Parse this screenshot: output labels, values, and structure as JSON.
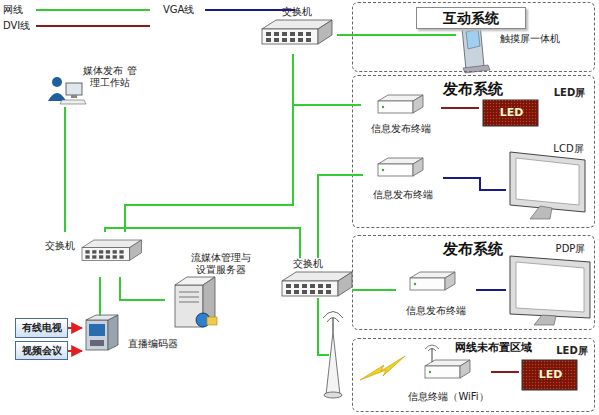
{
  "diagram": {
    "nodes": [
      {
        "text": [
          "媒体发布 管理工作站"
        ]
      },
      {
        "text": [
          "交换机"
        ]
      },
      {
        "text": [
          "交换机"
        ]
      },
      {
        "text": [
          "流媒体管理与 设置服务器"
        ]
      },
      {
        "text": [
          "直播编码器"
        ]
      },
      {
        "text": [
          "有线电视"
        ]
      },
      {
        "text": [
          "视频会议"
        ]
      },
      {
        "text": [
          "交换机"
        ]
      },
      {
        "text": [
          "互动系统"
        ]
      },
      {
        "text": [
          "触摸屏一体机"
        ],
        "in": 8
      },
      {
        "text": [
          "发布系统"
        ]
      },
      {
        "text": [
          "信息发布终端"
        ],
        "in": 10
      },
      {
        "text": [
          "LED屏",
          "LED"
        ],
        "in": 10
      },
      {
        "text": [
          "信息发布终端"
        ],
        "in": 10
      },
      {
        "text": [
          "LCD屏"
        ],
        "in": 10
      },
      {
        "text": [
          "发布系统"
        ]
      },
      {
        "text": [
          "信息发布终端"
        ],
        "in": 15
      },
      {
        "text": [
          "PDP屏"
        ],
        "in": 15
      },
      {
        "text": [
          "网线未布置区域"
        ]
      },
      {
        "text": [
          "信息终端（WiFi）"
        ],
        "in": 18
      },
      {
        "text": [
          "LED屏",
          "LED"
        ],
        "in": 18
      }
    ],
    "edges": [
      {
        "from": 0,
        "to": 2,
        "arrow": "none"
      },
      {
        "from": 2,
        "to": 3,
        "arrow": "none"
      },
      {
        "from": 2,
        "to": 4,
        "arrow": "none"
      },
      {
        "from": 2,
        "to": 1,
        "arrow": "none"
      },
      {
        "from": 1,
        "to": 11,
        "arrow": "none"
      },
      {
        "from": 2,
        "to": 7,
        "arrow": "none"
      },
      {
        "from": 1,
        "to": 9,
        "arrow": "none"
      },
      {
        "from": 7,
        "to": 13,
        "arrow": "none"
      },
      {
        "from": 7,
        "to": 16,
        "arrow": "none"
      },
      {
        "from": 11,
        "to": 12,
        "arrow": "none"
      },
      {
        "from": 13,
        "to": 14,
        "arrow": "none"
      },
      {
        "from": 16,
        "to": 17,
        "arrow": "none"
      },
      {
        "from": 19,
        "to": 20,
        "arrow": "none"
      },
      {
        "from": 5,
        "to": 4,
        "arrow": "to"
      },
      {
        "from": 6,
        "to": 4,
        "arrow": "to"
      }
    ],
    "legend": [
      {
        "text": "网线"
      },
      {
        "text": "VGA线"
      },
      {
        "text": "DVI线"
      }
    ]
  }
}
